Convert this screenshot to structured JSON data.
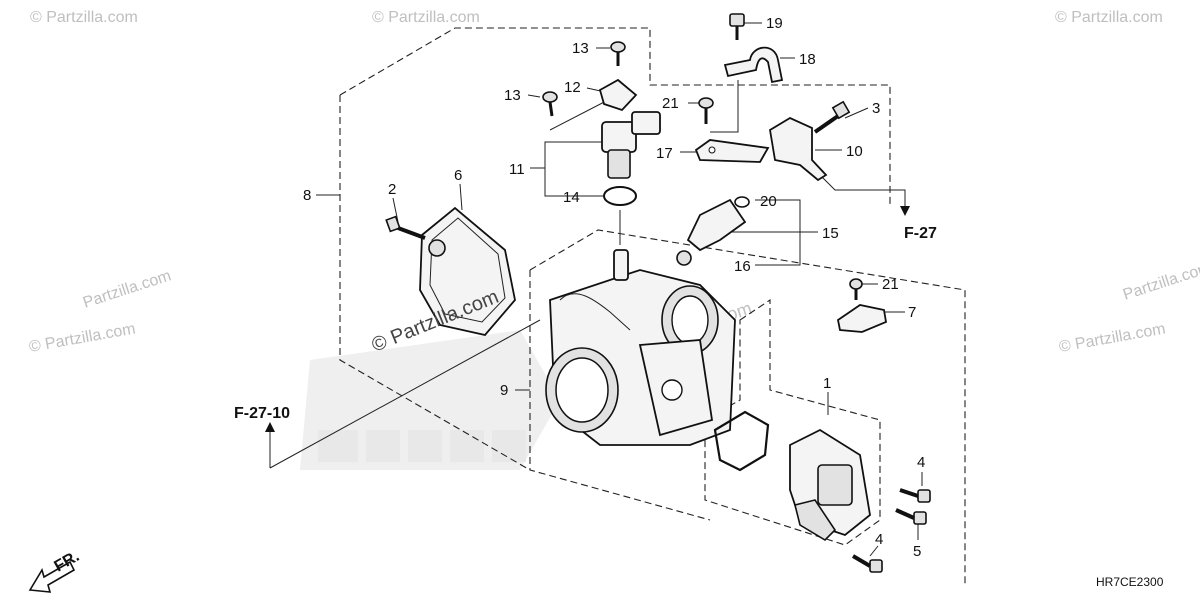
{
  "watermarks": {
    "corner": "© Partzilla.com",
    "center_top": "Partzilla.com",
    "center_bottom": "© Partzilla.com"
  },
  "callouts": [
    "1",
    "2",
    "3",
    "4",
    "4",
    "5",
    "6",
    "7",
    "8",
    "9",
    "10",
    "11",
    "12",
    "13",
    "13",
    "14",
    "15",
    "16",
    "17",
    "18",
    "19",
    "20",
    "21",
    "21"
  ],
  "refs": {
    "f27": "F-27",
    "f2710": "F-27-10",
    "fr": "FR."
  },
  "diagram_code": "HR7CE2300"
}
